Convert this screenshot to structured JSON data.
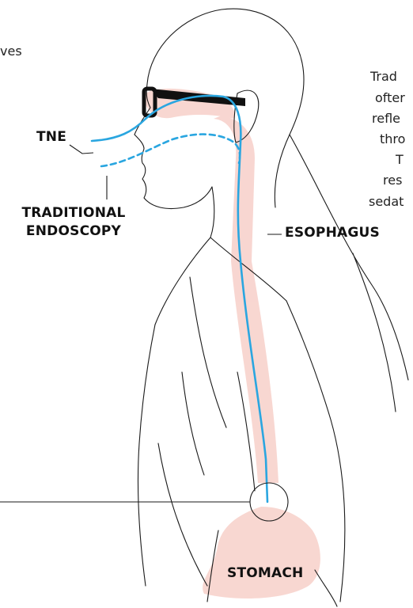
{
  "labels": {
    "tne": "TNE",
    "traditional_line1": "TRADITIONAL",
    "traditional_line2": "ENDOSCOPY",
    "esophagus": "ESOPHAGUS",
    "stomach": "STOMACH"
  },
  "fragments": {
    "top_left": "ves",
    "right_lines": [
      "Trad",
      "ofter",
      "refle",
      "thro",
      "T",
      "res",
      "sedat"
    ]
  },
  "colors": {
    "scope_line": "#2aa6e0",
    "anatomy_fill": "#f6c9c2",
    "outline": "#1a1a1a"
  }
}
